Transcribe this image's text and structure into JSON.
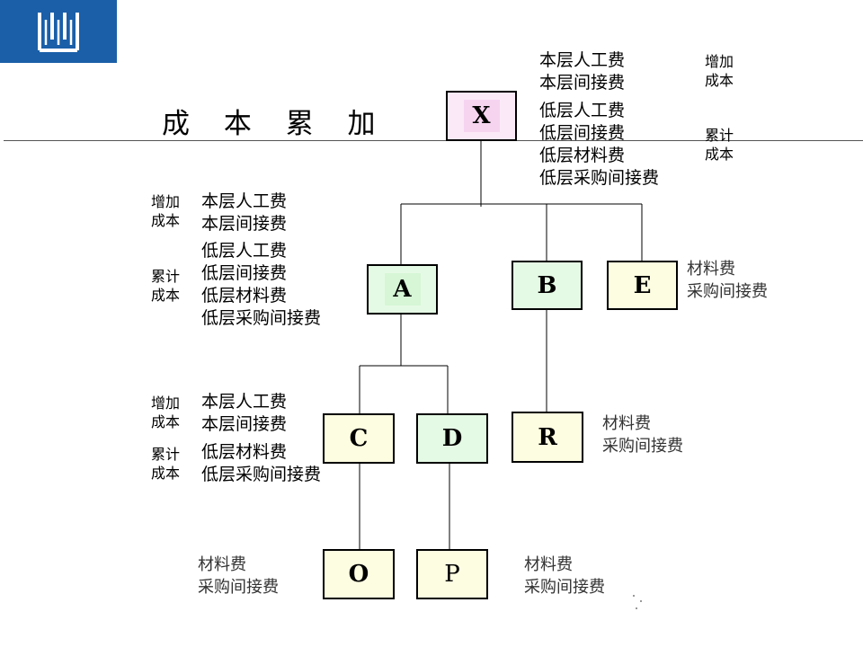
{
  "title": "成 本 累 加",
  "colors": {
    "logo_bg": "#1a5fa8",
    "node_green": "#e5fae5",
    "node_yellow": "#fdfde1",
    "node_pink": "#fbe9f7"
  },
  "nodes": {
    "X": "X",
    "A": "A",
    "B": "B",
    "E": "E",
    "C": "C",
    "D": "D",
    "R": "R",
    "O": "O",
    "P": "P"
  },
  "x_labels": {
    "direct": [
      "本层人工费",
      "本层间接费"
    ],
    "lower": [
      "低层人工费",
      "低层间接费",
      "低层材料费",
      "低层采购间接费"
    ],
    "tag_added": [
      "增加",
      "成本"
    ],
    "tag_cumulative": [
      "累计",
      "成本"
    ]
  },
  "a_labels": {
    "tag_added": [
      "增加",
      "成本"
    ],
    "direct": [
      "本层人工费",
      "本层间接费"
    ],
    "tag_cumulative": [
      "累计",
      "成本"
    ],
    "lower": [
      "低层人工费",
      "低层间接费",
      "低层材料费",
      "低层采购间接费"
    ]
  },
  "cd_labels": {
    "tag_added": [
      "增加",
      "成本"
    ],
    "direct": [
      "本层人工费",
      "本层间接费"
    ],
    "tag_cumulative": [
      "累计",
      "成本"
    ],
    "lower": [
      "低层材料费",
      "低层采购间接费"
    ]
  },
  "purchased_labels": {
    "e": [
      "材料费",
      "采购间接费"
    ],
    "r": [
      "材料费",
      "采购间接费"
    ],
    "o": [
      "材料费",
      "采购间接费"
    ],
    "p": [
      "材料费",
      "采购间接费"
    ]
  }
}
